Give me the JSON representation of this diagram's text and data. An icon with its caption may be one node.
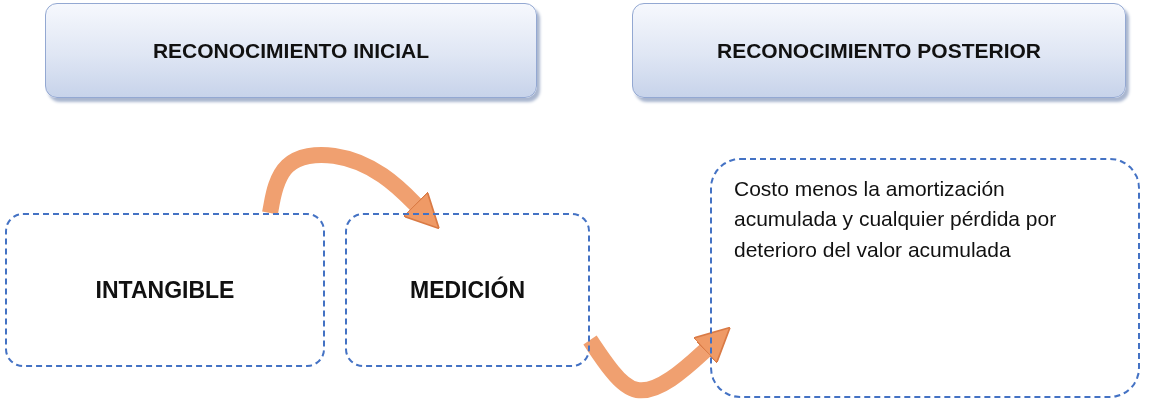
{
  "diagram": {
    "nodes": [
      {
        "text": [
          "RECONOCIMIENTO INICIAL"
        ]
      },
      {
        "text": [
          "RECONOCIMIENTO POSTERIOR"
        ]
      },
      {
        "text": [
          "INTANGIBLE"
        ]
      },
      {
        "text": [
          "MEDICIÓN"
        ]
      },
      {
        "text": [
          "Costo menos la amortización acumulada y cualquier pérdida por deterioro del valor acumulada"
        ]
      }
    ],
    "edges": [
      {
        "from": 2,
        "to": 3,
        "arrow": "to"
      },
      {
        "from": 3,
        "to": 4,
        "arrow": "to"
      }
    ]
  }
}
